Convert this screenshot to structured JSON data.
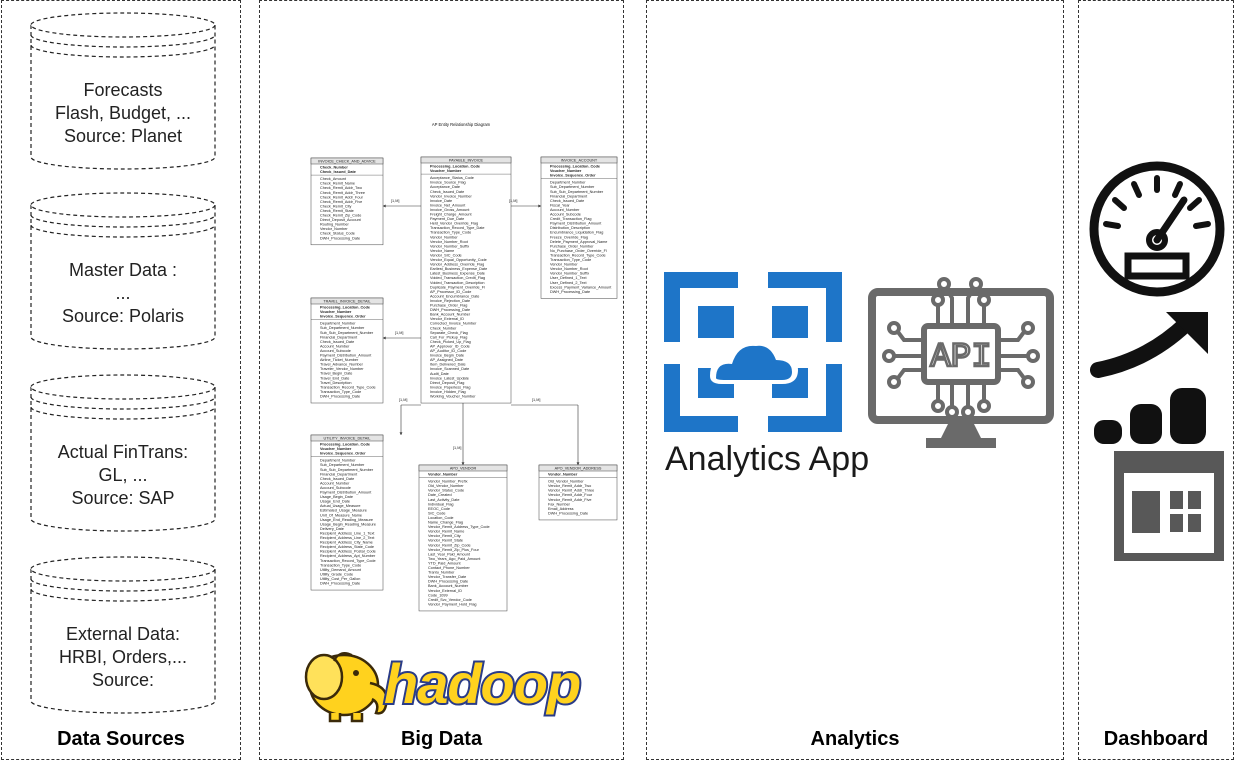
{
  "panels": {
    "sources_title": "Data Sources",
    "bigdata_title": "Big Data",
    "analytics_title": "Analytics",
    "dashboard_title": "Dashboard"
  },
  "sources": [
    {
      "lines": [
        "Forecasts",
        "Flash, Budget, ...",
        "Source: Planet"
      ]
    },
    {
      "lines": [
        "Master Data :",
        "...",
        "Source: Polaris"
      ]
    },
    {
      "lines": [
        "Actual FinTrans:",
        "GL, ...",
        "Source: SAP"
      ]
    },
    {
      "lines": [
        "External Data:",
        "HRBI, Orders,...",
        "Source:"
      ]
    }
  ],
  "erd": {
    "title": "AP Entity Relationship Diagram",
    "relation_label": "[1,M]",
    "entities": [
      {
        "name": "INVOICE_CHECK_AND_ADVICE",
        "keys": [
          "Check_Number",
          "Check_Issued_Date"
        ],
        "fields": [
          "Check_Amount",
          "Check_Remit_Name",
          "Check_Remit_Addr_Two",
          "Check_Remit_Addr_Three",
          "Check_Remit_Addr_Four",
          "Check_Remit_Addr_Five",
          "Check_Remit_City",
          "Check_Remit_State",
          "Check_Remit_Zip_Code",
          "Direct_Deposit_Account",
          "Routing_Number",
          "Vendor_Number",
          "Check_Status_Code",
          "DWH_Processing_Date"
        ]
      },
      {
        "name": "PAYABLE_INVOICE",
        "keys": [
          "Processing_Location_Code",
          "Voucher_Number"
        ],
        "fields": [
          "Acceptance_Status_Code",
          "Invoice_Source_Flag",
          "Acceptance_Date",
          "Check_Issued_Date",
          "Vendor_Invoice_Number",
          "Invoice_Date",
          "Invoice_Net_Amount",
          "Invoice_Gross_Amount",
          "Freight_Charge_Amount",
          "Payment_Due_Date",
          "Held_Vendor_Override_Flag",
          "Transaction_Record_Type_Date",
          "Transaction_Type_Code",
          "Vendor_Number",
          "Vendor_Number_Root",
          "Vendor_Number_Suffix",
          "Vendor_Name",
          "Vendor_SIC_Code",
          "Vendor_Equal_Opportunity_Code",
          "Vendor_Address_Override_Flag",
          "Earliest_Business_Expense_Date",
          "Latest_Business_Expense_Date",
          "Voided_Transaction_Credit_Flag",
          "Voided_Transaction_Description",
          "Duplicate_Payment_Override_Fl",
          "AP_Processor_ID_Code",
          "Account_Encumbrance_Date",
          "Invoice_Rejection_Date",
          "Purchase_Order_Flag",
          "DWH_Processing_Date",
          "Bank_Account_Number",
          "Vendor_External_ID",
          "Corrected_Invoice_Number",
          "Check_Number",
          "Separate_Check_Flag",
          "Call_For_Pickup_Flag",
          "Check_Picked_Up_Flag",
          "AP_Approver_ID_Code",
          "AP_Auditor_ID_Code",
          "Invoice_Begin_Date",
          "AP_Assigned_Date",
          "Item_Delivered_Date",
          "Invoice_Scanned_Date",
          "Audit_Date",
          "Invoice_Latest_Update",
          "Direct_Deposit_Flag",
          "Invoice_Paperless_Flag",
          "Invoice_Hidden_Flag",
          "Working_Voucher_Number"
        ]
      },
      {
        "name": "INVOICE_ACCOUNT",
        "keys": [
          "Processing_Location_Code",
          "Voucher_Number",
          "Invoice_Sequence_Order"
        ],
        "fields": [
          "Department_Number",
          "Sub_Department_Number",
          "Sub_Sub_Department_Number",
          "Financial_Department",
          "Check_Issued_Date",
          "Fiscal_Year",
          "Account_Number",
          "Account_Subcode",
          "Credit_Transaction_Flag",
          "Payment_Distribution_Amount",
          "Distribution_Description",
          "Encumbrance_Liquidation_Flag",
          "Freeze_Override_Flag",
          "Delete_Payment_Approval_Name",
          "Purchase_Order_Number",
          "No_Purchase_Order_Override_Fl",
          "Transaction_Record_Type_Code",
          "Transaction_Type_Code",
          "Vendor_Number",
          "Vendor_Number_Root",
          "Vendor_Number_Suffix",
          "User_Defined_1_Text",
          "User_Defined_2_Text",
          "Excess_Payment_Variance_Amount",
          "DWH_Processing_Date"
        ]
      },
      {
        "name": "TRAVEL_INVOICE_DETAIL",
        "keys": [
          "Processing_Location_Code",
          "Voucher_Number",
          "Invoice_Sequence_Order"
        ],
        "fields": [
          "Department_Number",
          "Sub_Department_Number",
          "Sub_Sub_Department_Number",
          "Financial_Department",
          "Check_Issued_Date",
          "Account_Number",
          "Account_Subcode",
          "Payment_Distribution_Amount",
          "Airline_Ticket_Number",
          "Travel_Advance_Number",
          "Traveler_Vendor_Number",
          "Travel_Begin_Date",
          "Travel_End_Date",
          "Travel_Description",
          "Transaction_Record_Type_Code",
          "Transaction_Type_Code",
          "DWH_Processing_Date"
        ]
      },
      {
        "name": "UTILITY_INVOICE_DETAIL",
        "keys": [
          "Processing_Location_Code",
          "Voucher_Number",
          "Invoice_Sequence_Order"
        ],
        "fields": [
          "Department_Number",
          "Sub_Department_Number",
          "Sub_Sub_Department_Number",
          "Financial_Department",
          "Check_Issued_Date",
          "Account_Number",
          "Account_Subcode",
          "Payment_Distribution_Amount",
          "Usage_Begin_Date",
          "Usage_End_Date",
          "Actual_Usage_Measure",
          "Estimated_Usage_Measure",
          "Unit_Of_Measure_Name",
          "Usage_End_Reading_Measure",
          "Usage_Begin_Reading_Measure",
          "Delivery_Date",
          "Recipient_Address_Line_1_Text",
          "Recipient_Address_Line_2_Text",
          "Recipient_Address_City_Name",
          "Recipient_Address_State_Code",
          "Recipient_Address_Postal_Code",
          "Recipient_Address_Apt_Number",
          "Transaction_Record_Type_Code",
          "Transaction_Type_Code",
          "Utility_Demand_Amount",
          "Utility_Grade_Code",
          "Utility_Cost_Per_Gallon",
          "DWH_Processing_Date"
        ]
      },
      {
        "name": "APO_VENDOR",
        "keys": [
          "Vendor_Number"
        ],
        "fields": [
          "Vendor_Number_Prefix",
          "Old_Vendor_Number",
          "Vendor_Status_Code",
          "Date_Created",
          "Last_Activity_Date",
          "Individual_Flag",
          "EEOC_Code",
          "SIC_Code",
          "Location_Code",
          "Name_Change_Flag",
          "Vendor_Remit_Address_Type_Code",
          "Vendor_Remit_Name",
          "Vendor_Remit_City",
          "Vendor_Remit_State",
          "Vendor_Remit_Zip_Code",
          "Vendor_Remit_Zip_Plus_Four",
          "Last_Year_Paid_Amount",
          "Two_Years_Ago_Paid_Amount",
          "YTD_Paid_Amount",
          "Contact_Phone_Number",
          "Trantu_Number",
          "Vendor_Transfer_Date",
          "DWH_Processing_Date",
          "Bank_Account_Number",
          "Vendor_External_ID",
          "Code_1099",
          "Credit_Svc_Vendor_Code",
          "Vendor_Payment_Hold_Flag"
        ]
      },
      {
        "name": "APO_VENDOR_ADDRESS",
        "keys": [
          "Vendor_Number"
        ],
        "fields": [
          "Old_Vendor_Number",
          "Vendor_Remit_Addr_Two",
          "Vendor_Remit_Addr_Three",
          "Vendor_Remit_Addr_Four",
          "Vendor_Remit_Addr_Five",
          "Fax_Number",
          "Email_Address",
          "DWH_Processing_Date"
        ]
      }
    ]
  },
  "hadoop_logo_text": "hadoop",
  "analytics_app_label": "Analytics App",
  "api_label": "API",
  "icons": {
    "sources": "database-cylinder-icon",
    "azure": "azure-analysis-services-icon",
    "api": "api-monitor-icon",
    "gauge": "speedometer-gauge-icon",
    "trend": "growth-trend-icon",
    "dashboard": "dashboard-tile-icon"
  },
  "colors": {
    "azure_blue": "#1e75c8",
    "hadoop_yellow": "#ffd21e",
    "hadoop_navy": "#2a3c88",
    "api_gray": "#6a6a6a",
    "dashboard_gray": "#585858",
    "icon_black": "#111111"
  }
}
